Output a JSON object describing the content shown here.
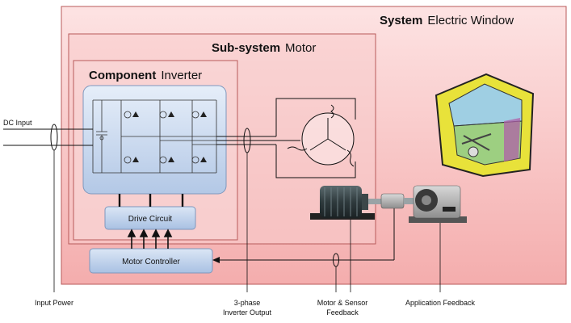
{
  "system": {
    "prefix": "System",
    "name": "Electric Window"
  },
  "subsystem": {
    "prefix": "Sub-system",
    "name": "Motor"
  },
  "component": {
    "prefix": "Component",
    "name": "Inverter"
  },
  "blocks": {
    "drive_circuit": "Drive Circuit",
    "motor_controller": "Motor Controller"
  },
  "dc_input": "DC Input",
  "captions": {
    "input_power": "Input Power",
    "inverter_output_line1": "3-phase",
    "inverter_output_line2": "Inverter Output",
    "motor_feedback_line1": "Motor & Sensor",
    "motor_feedback_line2": "Feedback",
    "application_feedback": "Application Feedback"
  },
  "colors": {
    "system_fill": "#f5b8b8",
    "system_border": "#b85a5a",
    "inverter_fill": "#c9d8ef",
    "block_fill": "#b9cde8",
    "door_frame": "#e8e23a"
  }
}
